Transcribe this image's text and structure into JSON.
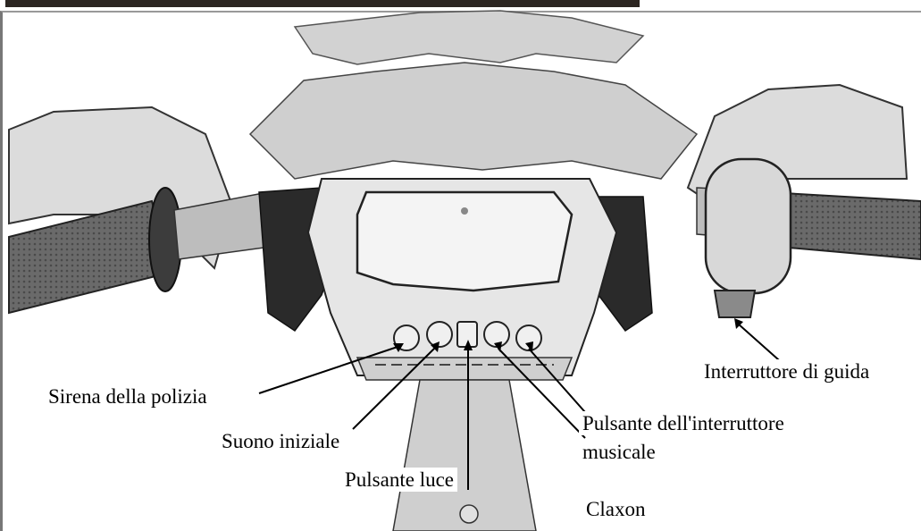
{
  "labels": {
    "sirena": "Sirena della polizia",
    "suono": "Suono iniziale",
    "luce": "Pulsante luce",
    "musicale_1": "Pulsante dell'interruttore",
    "musicale_2": "musicale",
    "claxon": "Claxon",
    "guida": "Interruttore di guida"
  },
  "colors": {
    "header_bar": "#2b2521",
    "grip": "#5a5a5a",
    "body": "#e2e2e2",
    "outline": "#222222"
  }
}
